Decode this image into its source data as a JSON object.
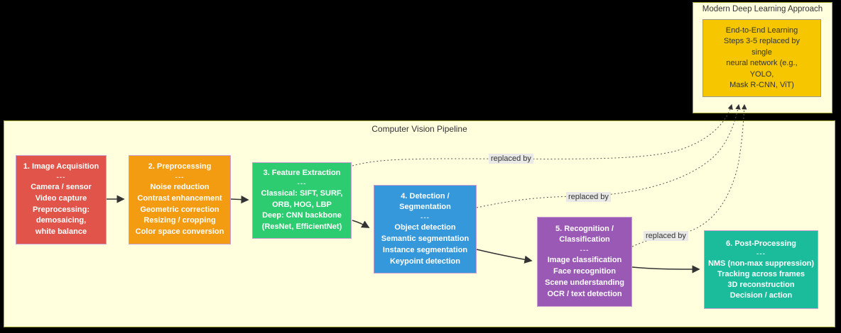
{
  "canvas": {
    "bg": "#000000"
  },
  "pipeline": {
    "title": "Computer Vision Pipeline",
    "bg": "#FFFFDE",
    "border": "#AAAA33",
    "steps": [
      {
        "id": "step-1-image-acquisition",
        "color": "#E0544A",
        "lines": [
          "1. Image Acquisition",
          "---",
          "Camera / sensor",
          "Video capture",
          "Preprocessing:",
          "demosaicing,",
          "white balance"
        ]
      },
      {
        "id": "step-2-preprocessing",
        "color": "#F39C12",
        "lines": [
          "2. Preprocessing",
          "---",
          "Noise reduction",
          "Contrast enhancement",
          "Geometric correction",
          "Resizing / cropping",
          "Color space conversion"
        ]
      },
      {
        "id": "step-3-feature-extraction",
        "color": "#2ECC71",
        "lines": [
          "3. Feature Extraction",
          "---",
          "Classical: SIFT, SURF,",
          "ORB, HOG, LBP",
          "Deep: CNN backbone",
          "(ResNet, EfficientNet)"
        ]
      },
      {
        "id": "step-4-detection-segmentation",
        "color": "#3498DB",
        "lines": [
          "4. Detection /",
          "Segmentation",
          "---",
          "Object detection",
          "Semantic segmentation",
          "Instance segmentation",
          "Keypoint detection"
        ]
      },
      {
        "id": "step-5-recognition-classification",
        "color": "#9B59B6",
        "lines": [
          "5. Recognition /",
          "Classification",
          "---",
          "Image classification",
          "Face recognition",
          "Scene understanding",
          "OCR / text detection"
        ]
      },
      {
        "id": "step-6-post-processing",
        "color": "#1ABC9C",
        "lines": [
          "6. Post-Processing",
          "---",
          "NMS (non-max suppression)",
          "Tracking across frames",
          "3D reconstruction",
          "Decision / action"
        ]
      }
    ]
  },
  "modern": {
    "title": "Modern Deep Learning Approach",
    "bg": "#FFFFDE",
    "border": "#AAAA33",
    "node": {
      "color": "#F6C700",
      "lines": [
        "End-to-End Learning",
        "Steps 3-5 replaced by",
        "single",
        "neural network (e.g.,",
        "YOLO,",
        "Mask R-CNN, ViT)"
      ]
    }
  },
  "edge_labels": {
    "label1": "replaced by",
    "label2": "replaced by",
    "label3": "replaced by"
  },
  "edge_color": "#333333"
}
